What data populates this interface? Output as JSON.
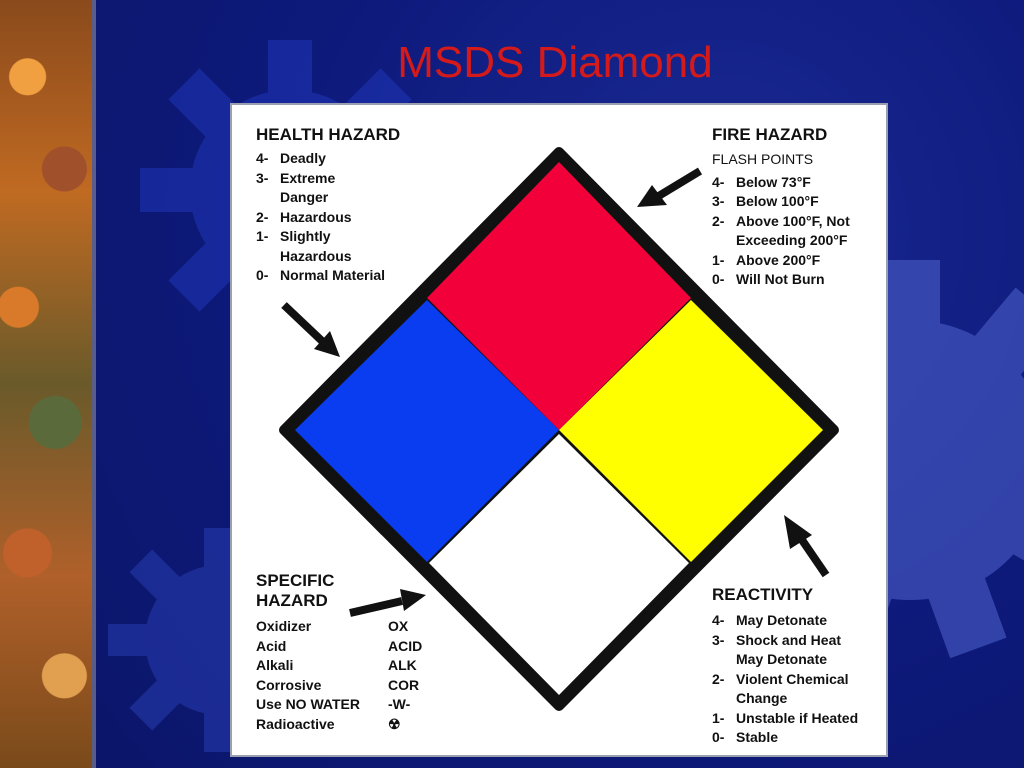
{
  "slide": {
    "title": "MSDS Diamond"
  },
  "colors": {
    "health": "#0a3cf0",
    "flammability": "#f2003a",
    "reactivity": "#ffff00",
    "special": "#ffffff",
    "title": "#d41a1a",
    "background": "#0d1a78"
  },
  "health": {
    "heading": "HEALTH HAZARD",
    "items": [
      {
        "num": "4-",
        "text": "Deadly"
      },
      {
        "num": "3-",
        "text": "Extreme"
      },
      {
        "num": "",
        "text": "Danger"
      },
      {
        "num": "2-",
        "text": "Hazardous"
      },
      {
        "num": "1-",
        "text": "Slightly"
      },
      {
        "num": "",
        "text": "Hazardous"
      },
      {
        "num": "0-",
        "text": "Normal Material"
      }
    ]
  },
  "fire": {
    "heading": "FIRE HAZARD",
    "subheading": "FLASH POINTS",
    "items": [
      {
        "num": "4-",
        "text": "Below 73°F"
      },
      {
        "num": "3-",
        "text": "Below 100°F"
      },
      {
        "num": "2-",
        "text": "Above 100°F, Not"
      },
      {
        "num": "",
        "text": "Exceeding 200°F"
      },
      {
        "num": "1-",
        "text": "Above 200°F"
      },
      {
        "num": "0-",
        "text": "Will Not Burn"
      }
    ]
  },
  "specific": {
    "heading_line1": "SPECIFIC",
    "heading_line2": "HAZARD",
    "items": [
      {
        "name": "Oxidizer",
        "code": "OX"
      },
      {
        "name": "Acid",
        "code": "ACID"
      },
      {
        "name": "Alkali",
        "code": "ALK"
      },
      {
        "name": "Corrosive",
        "code": "COR"
      },
      {
        "name": "Use NO WATER",
        "code": "-W-"
      },
      {
        "name": "Radioactive",
        "code": "☢"
      }
    ]
  },
  "reactivity": {
    "heading": "REACTIVITY",
    "items": [
      {
        "num": "4-",
        "text": "May Detonate"
      },
      {
        "num": "3-",
        "text": "Shock and Heat"
      },
      {
        "num": "",
        "text": "May Detonate"
      },
      {
        "num": "2-",
        "text": "Violent Chemical"
      },
      {
        "num": "",
        "text": "Change"
      },
      {
        "num": "1-",
        "text": "Unstable if Heated"
      },
      {
        "num": "0-",
        "text": "Stable"
      }
    ]
  }
}
